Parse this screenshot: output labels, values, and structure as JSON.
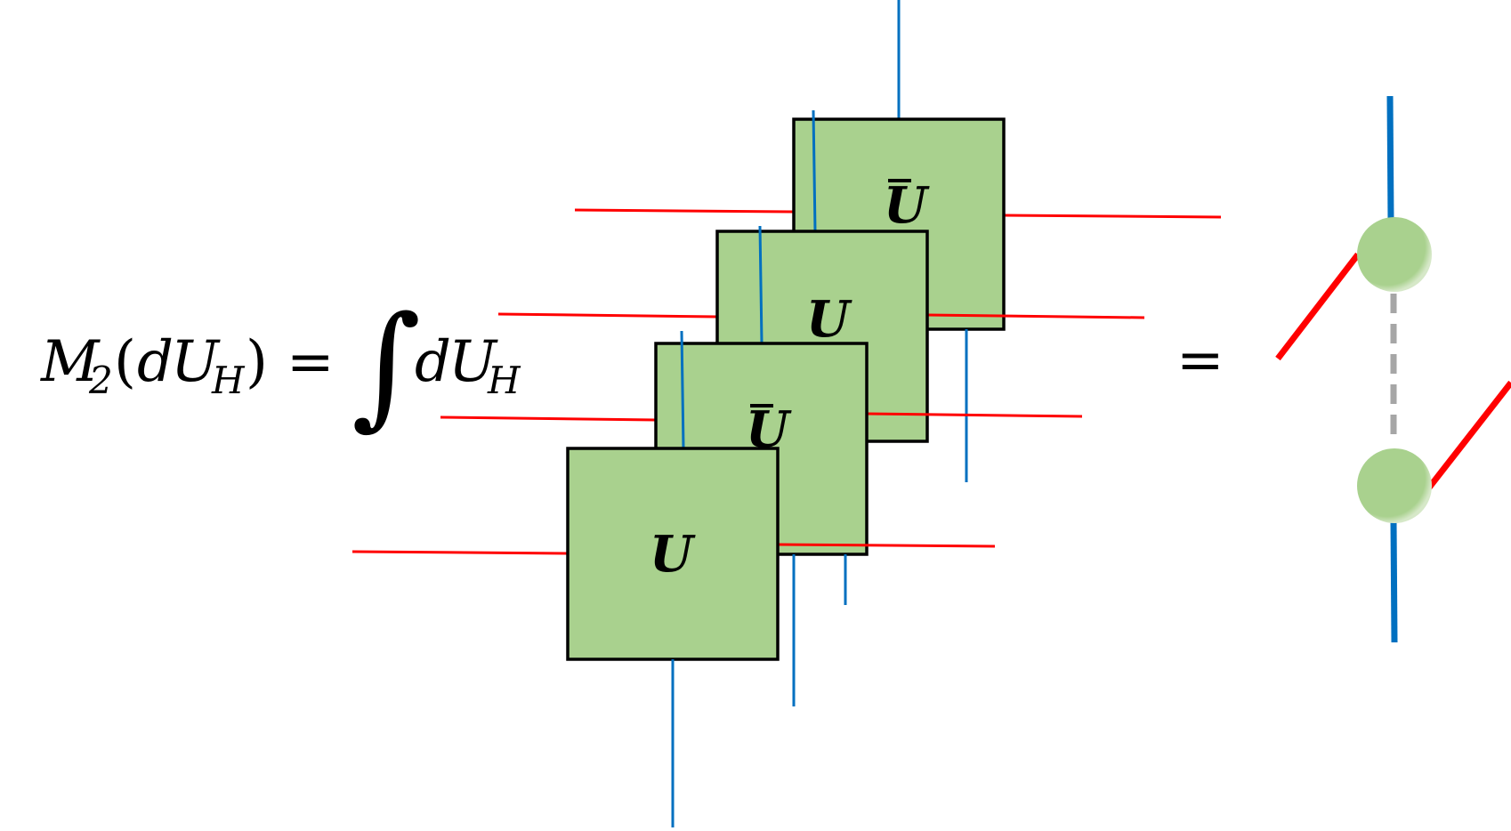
{
  "equation": {
    "lhs_symbol": "M",
    "lhs_subscript": "2",
    "lhs_arg_open": "(",
    "lhs_arg_d": "d",
    "lhs_arg_U": "U",
    "lhs_arg_sub": "H",
    "lhs_arg_close": ")",
    "equals": "=",
    "integral": "∫",
    "measure_d": "d",
    "measure_U": "U",
    "measure_sub": "H",
    "rhs_equals": "="
  },
  "tensors": [
    {
      "label": "U",
      "conjugate": false
    },
    {
      "label": "U",
      "conjugate": true
    },
    {
      "label": "U",
      "conjugate": false
    },
    {
      "label": "U",
      "conjugate": true
    }
  ],
  "colors": {
    "box_fill": "#a9d18e",
    "red_wire": "#ff0000",
    "blue_wire": "#0070c0",
    "dashed_link": "#a6a6a6",
    "node_fill": "#a9d18e"
  }
}
